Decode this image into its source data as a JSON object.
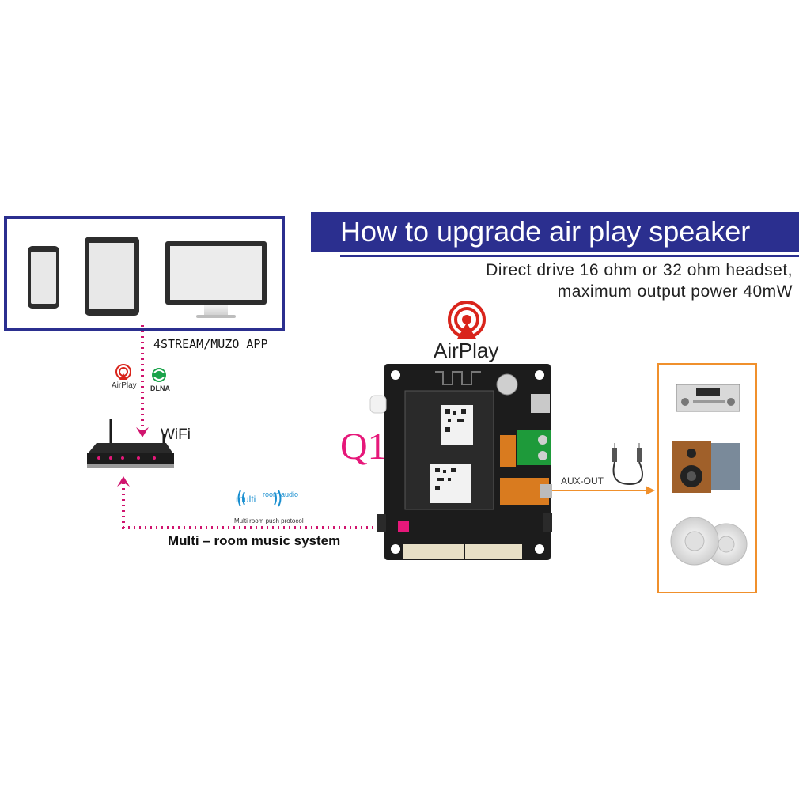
{
  "banner": {
    "title": "How to upgrade air play speaker",
    "subtitle_line1": "Direct drive 16 ohm or 32 ohm headset,",
    "subtitle_line2": "maximum output power 40mW",
    "color": "#2b2f8f"
  },
  "devices": {
    "items": [
      "phone-icon",
      "tablet-icon",
      "monitor-icon"
    ]
  },
  "labels": {
    "app": "4STREAM/MUZO APP",
    "airplay_small": "AirPlay",
    "dlna_small": "DLNA",
    "wifi": "WiFi",
    "module": "Q1",
    "airplay": "AirPlay",
    "multiroom_logo_a": "multi",
    "multiroom_logo_b": "room audio",
    "multiroom_sub": "Multi room push protocol",
    "multiroom_caption": "Multi – room  music system",
    "aux_out": "AUX-OUT"
  },
  "colors": {
    "dotted_link": "#d0146e",
    "aux_arrow": "#f0902c",
    "speaker_box": "#f0902c",
    "pcb": "#1c1c1c",
    "airplay_red": "#d9241b",
    "dlna_green": "#1aa34a"
  },
  "outputs": {
    "items": [
      "amplifier-icon",
      "bookshelf-speaker-icon",
      "ceiling-speaker-icon"
    ]
  }
}
